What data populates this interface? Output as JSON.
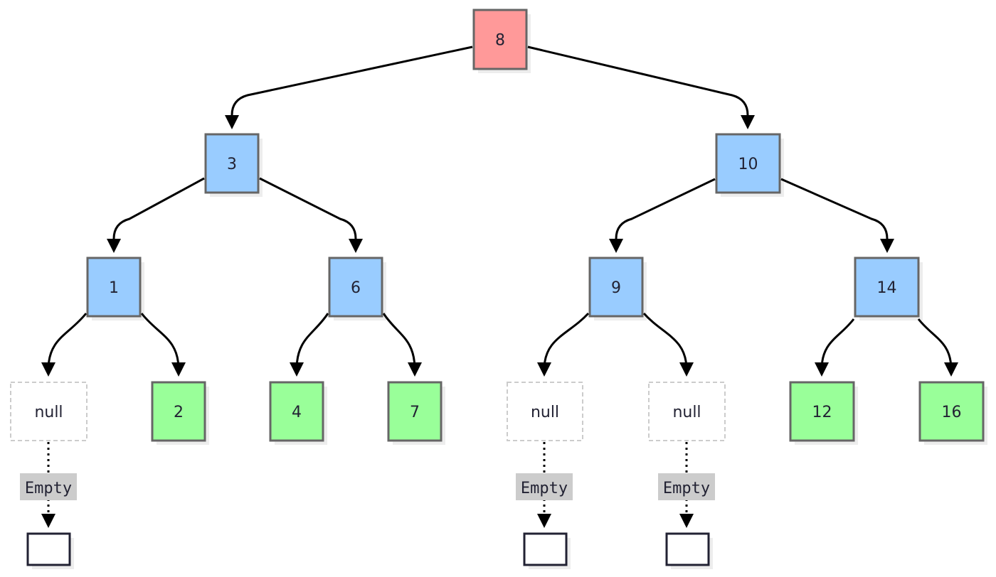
{
  "colors": {
    "root_fill": "#ff9999",
    "internal_fill": "#99ccff",
    "leaf_fill": "#99ff99",
    "null_fill": "#ffffff",
    "empty_fill": "#ffffff",
    "node_stroke": "#666666",
    "null_stroke": "#cccccc",
    "empty_stroke": "#222233",
    "edge": "#000000",
    "label_bg": "#cccccc"
  },
  "nodes": [
    {
      "id": "n8",
      "label": "8",
      "kind": "root"
    },
    {
      "id": "n3",
      "label": "3",
      "kind": "internal"
    },
    {
      "id": "n10",
      "label": "10",
      "kind": "internal"
    },
    {
      "id": "n1",
      "label": "1",
      "kind": "internal"
    },
    {
      "id": "n6",
      "label": "6",
      "kind": "internal"
    },
    {
      "id": "n9",
      "label": "9",
      "kind": "internal"
    },
    {
      "id": "n14",
      "label": "14",
      "kind": "internal"
    },
    {
      "id": "null1",
      "label": "null",
      "kind": "null"
    },
    {
      "id": "n2",
      "label": "2",
      "kind": "leaf"
    },
    {
      "id": "n4",
      "label": "4",
      "kind": "leaf"
    },
    {
      "id": "n7",
      "label": "7",
      "kind": "leaf"
    },
    {
      "id": "null2",
      "label": "null",
      "kind": "null"
    },
    {
      "id": "null3",
      "label": "null",
      "kind": "null"
    },
    {
      "id": "n12",
      "label": "12",
      "kind": "leaf"
    },
    {
      "id": "n16",
      "label": "16",
      "kind": "leaf"
    },
    {
      "id": "e1",
      "label": "",
      "kind": "empty"
    },
    {
      "id": "e2",
      "label": "",
      "kind": "empty"
    },
    {
      "id": "e3",
      "label": "",
      "kind": "empty"
    }
  ],
  "edges": [
    {
      "from": "n8",
      "to": "n3",
      "style": "solid"
    },
    {
      "from": "n8",
      "to": "n10",
      "style": "solid"
    },
    {
      "from": "n3",
      "to": "n1",
      "style": "solid"
    },
    {
      "from": "n3",
      "to": "n6",
      "style": "solid"
    },
    {
      "from": "n10",
      "to": "n9",
      "style": "solid"
    },
    {
      "from": "n10",
      "to": "n14",
      "style": "solid"
    },
    {
      "from": "n1",
      "to": "null1",
      "style": "solid"
    },
    {
      "from": "n1",
      "to": "n2",
      "style": "solid"
    },
    {
      "from": "n6",
      "to": "n4",
      "style": "solid"
    },
    {
      "from": "n6",
      "to": "n7",
      "style": "solid"
    },
    {
      "from": "n9",
      "to": "null2",
      "style": "solid"
    },
    {
      "from": "n9",
      "to": "null3",
      "style": "solid"
    },
    {
      "from": "n14",
      "to": "n12",
      "style": "solid"
    },
    {
      "from": "n14",
      "to": "n16",
      "style": "solid"
    },
    {
      "from": "null1",
      "to": "e1",
      "style": "dotted",
      "label": "Empty"
    },
    {
      "from": "null2",
      "to": "e2",
      "style": "dotted",
      "label": "Empty"
    },
    {
      "from": "null3",
      "to": "e3",
      "style": "dotted",
      "label": "Empty"
    }
  ]
}
